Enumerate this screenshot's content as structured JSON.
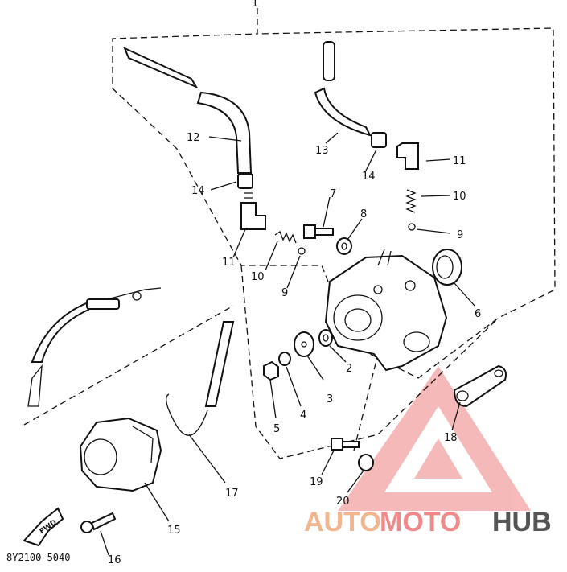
{
  "diagram": {
    "part_labels": [
      "1",
      "2",
      "3",
      "4",
      "5",
      "6",
      "7",
      "8",
      "9",
      "10",
      "11",
      "12",
      "13",
      "14",
      "15",
      "16",
      "17",
      "18",
      "19",
      "20"
    ],
    "duplicate_labels": {
      "9b": "9",
      "10b": "10",
      "11b": "11",
      "14b": "14"
    },
    "fwd_label": "FWD",
    "drawing_code": "8Y2100-5040"
  },
  "watermark": {
    "part1": "AUTO",
    "part2": "MOTO",
    "part3": "HUB",
    "colors": {
      "auto": "#f2b58e",
      "moto": "#f08a8a",
      "hub": "#555555",
      "logo": "#f08080"
    }
  }
}
